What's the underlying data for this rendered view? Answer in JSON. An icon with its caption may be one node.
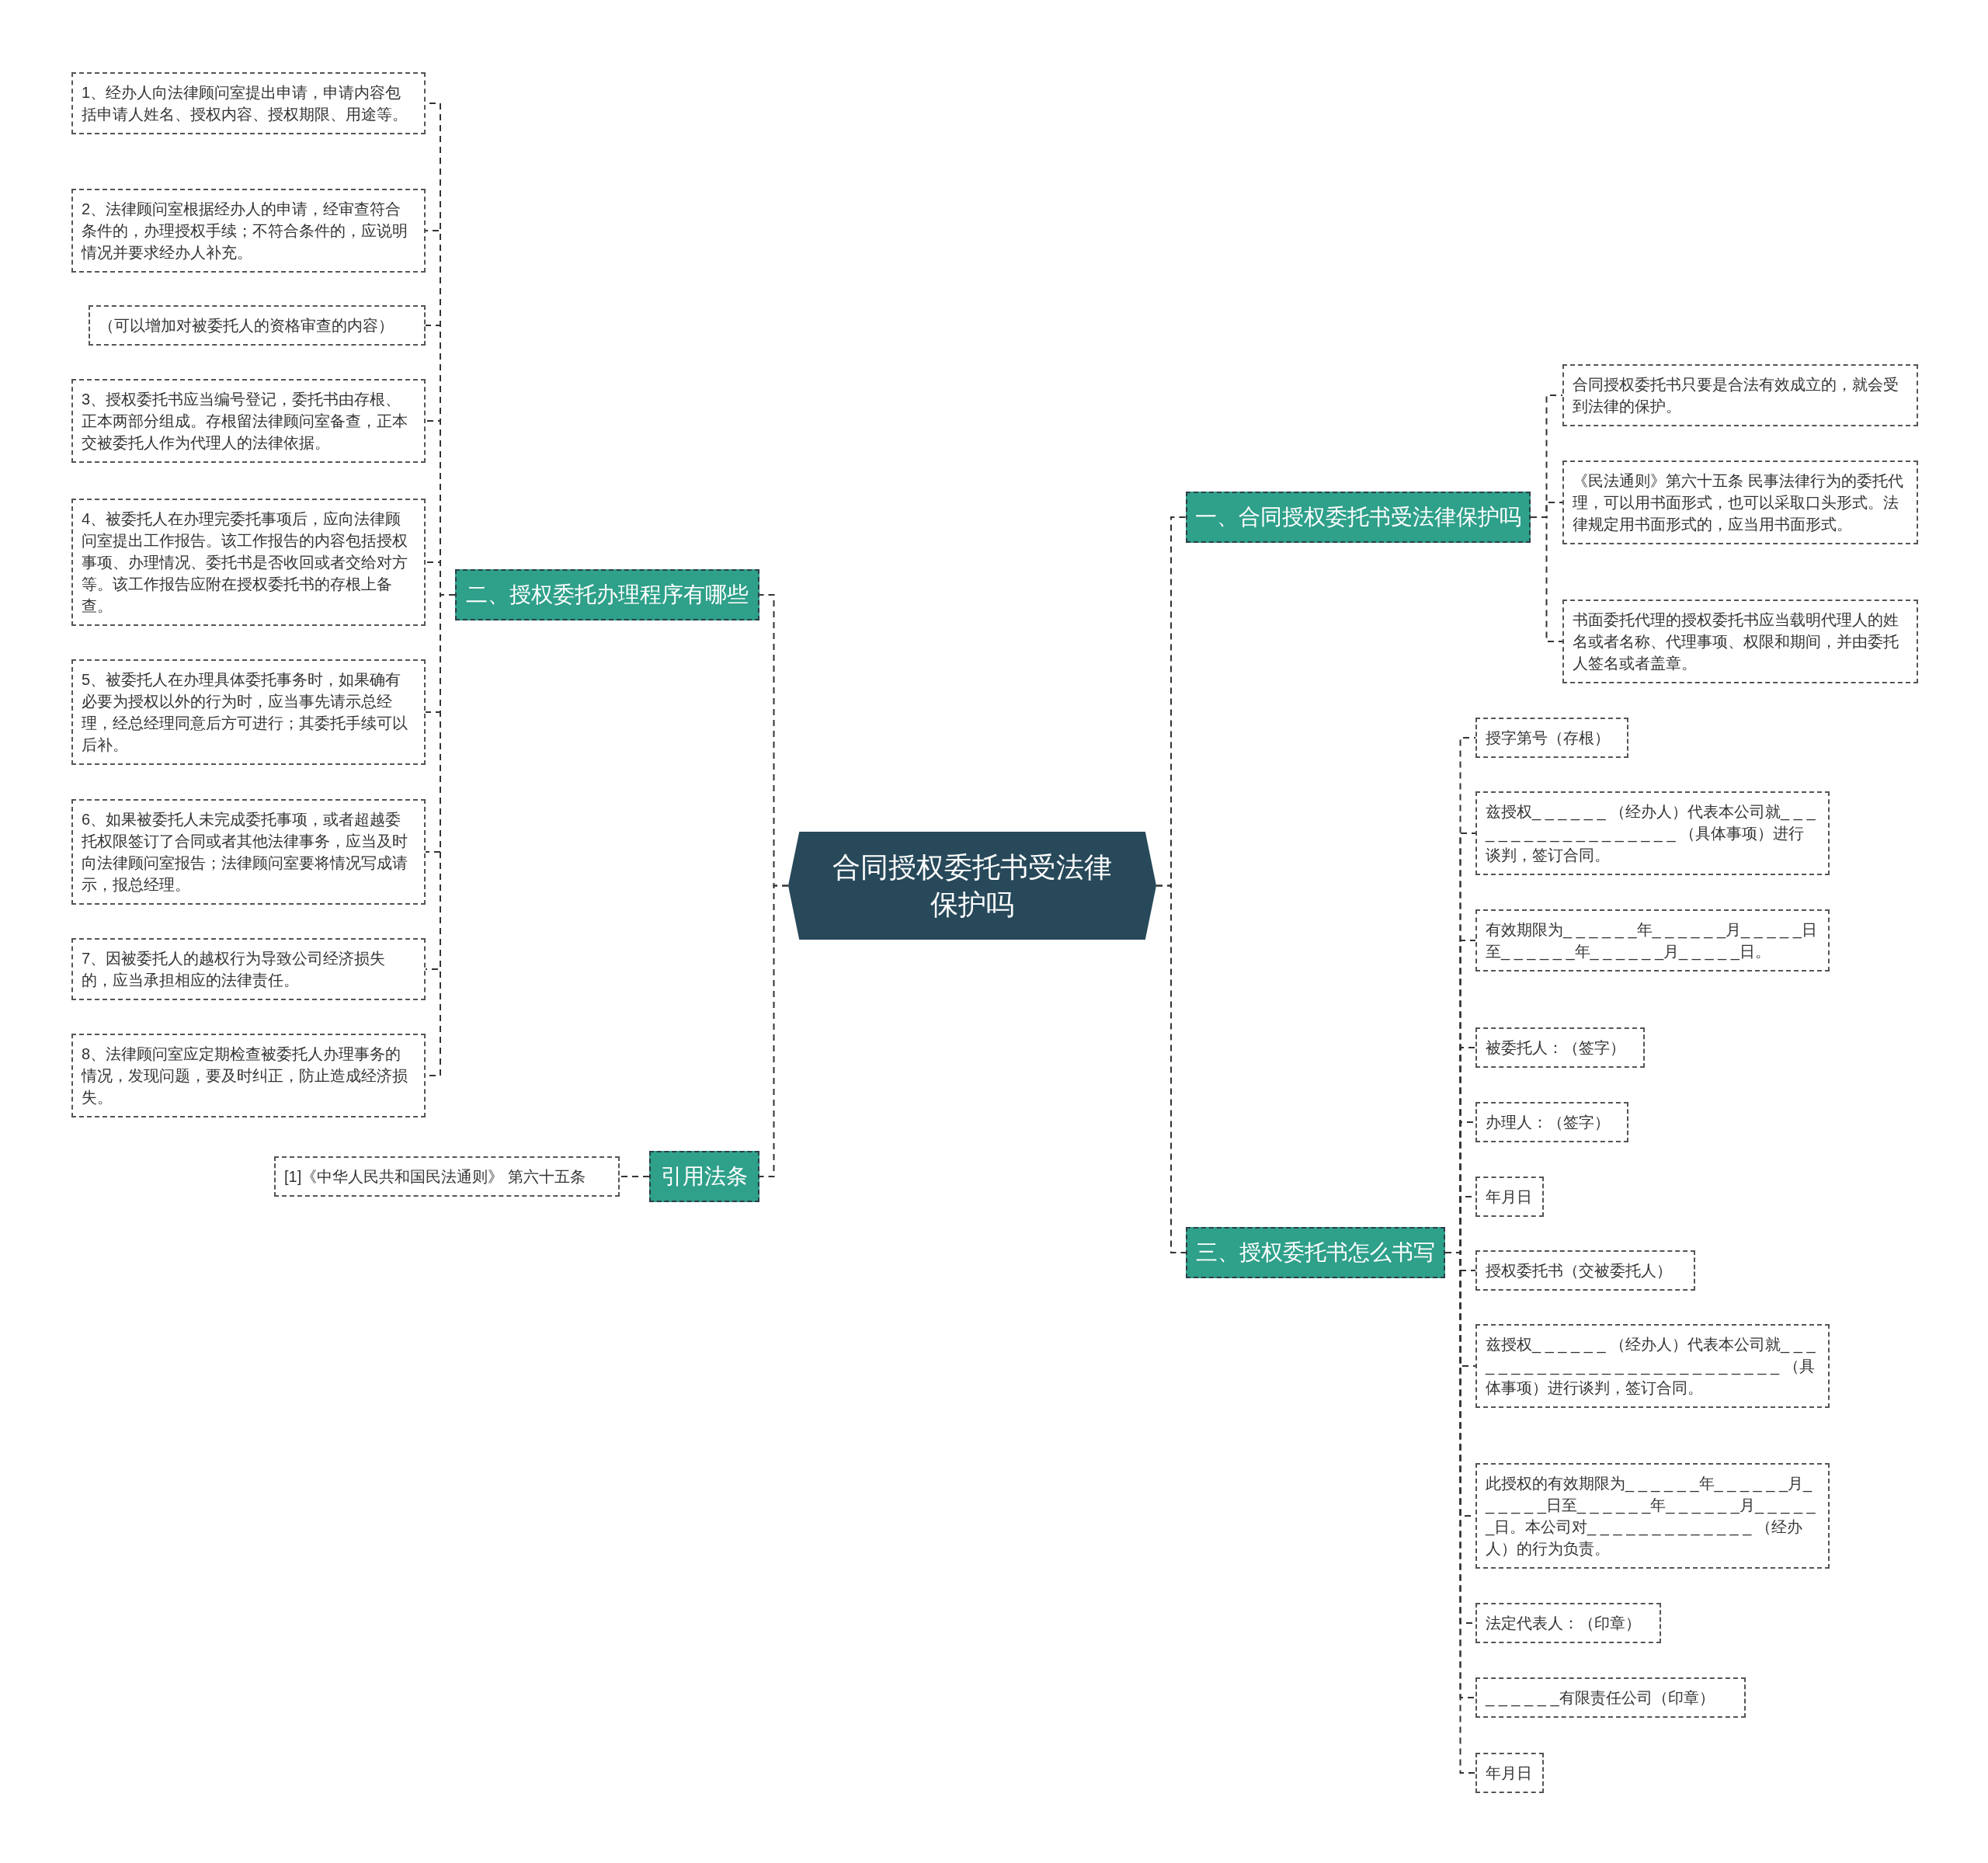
{
  "diagram": {
    "nodes": [
      {
        "text": [
          "合同授权委托书受法律保护吗"
        ]
      },
      {
        "text": [
          "一、合同授权委托书受法律保护吗"
        ]
      },
      {
        "text": [
          "合同授权委托书只要是合法有效成立的，就会受到法律的保护。"
        ]
      },
      {
        "text": [
          "《民法通则》第六十五条 民事法律行为的委托代理，可以用书面形式，也可以采取口头形式。法律规定用书面形式的，应当用书面形式。"
        ]
      },
      {
        "text": [
          "书面委托代理的授权委托书应当载明代理人的姓名或者名称、代理事项、权限和期间，并由委托人签名或者盖章。"
        ]
      },
      {
        "text": [
          "三、授权委托书怎么书写"
        ]
      },
      {
        "text": [
          "授字第号（存根）"
        ]
      },
      {
        "text": [
          "兹授权_ _ _ _ _ _ （经办人）代表本公司就_ _ _ _ _ _ _ _ _ _ _ _ _ _ _ _ _ _ （具体事项）进行谈判，签订合同。"
        ]
      },
      {
        "text": [
          "有效期限为_ _ _ _ _ _年_ _ _ _ _ _月_ _ _ _ _日至_ _ _ _ _ _年_ _ _ _ _ _月_ _ _ _ _日。"
        ]
      },
      {
        "text": [
          "被委托人：（签字）"
        ]
      },
      {
        "text": [
          "办理人：（签字）"
        ]
      },
      {
        "text": [
          "年月日"
        ]
      },
      {
        "text": [
          "授权委托书（交被委托人）"
        ]
      },
      {
        "text": [
          "兹授权_ _ _ _ _ _ （经办人）代表本公司就_ _ _ _ _ _ _ _ _ _ _ _ _ _ _ _ _ _ _ _ _ _ _ _ _ _ （具体事项）进行谈判，签订合同。"
        ]
      },
      {
        "text": [
          "此授权的有效期限为_ _ _ _ _ _年_ _ _ _ _ _月_ _ _ _ _ _日至_ _ _ _ _ _年_ _ _ _ _ _月_ _ _ _ _ _日。本公司对_ _ _ _ _ _ _ _ _ _ _ _ _ （经办人）的行为负责。"
        ]
      },
      {
        "text": [
          "法定代表人：（印章）"
        ]
      },
      {
        "text": [
          "_ _ _ _ _ _有限责任公司（印章）"
        ]
      },
      {
        "text": [
          "年月日"
        ]
      },
      {
        "text": [
          "二、授权委托办理程序有哪些"
        ]
      },
      {
        "text": [
          "1、经办人向法律顾问室提出申请，申请内容包括申请人姓名、授权内容、授权期限、用途等。"
        ]
      },
      {
        "text": [
          "2、法律顾问室根据经办人的申请，经审查符合条件的，办理授权手续；不符合条件的，应说明情况并要求经办人补充。"
        ]
      },
      {
        "text": [
          "（可以增加对被委托人的资格审查的内容）"
        ]
      },
      {
        "text": [
          "3、授权委托书应当编号登记，委托书由存根、正本两部分组成。存根留法律顾问室备查，正本交被委托人作为代理人的法律依据。"
        ]
      },
      {
        "text": [
          "4、被委托人在办理完委托事项后，应向法律顾问室提出工作报告。该工作报告的内容包括授权事项、办理情况、委托书是否收回或者交给对方等。该工作报告应附在授权委托书的存根上备查。"
        ]
      },
      {
        "text": [
          "5、被委托人在办理具体委托事务时，如果确有必要为授权以外的行为时，应当事先请示总经理，经总经理同意后方可进行；其委托手续可以后补。"
        ]
      },
      {
        "text": [
          "6、如果被委托人未完成委托事项，或者超越委托权限签订了合同或者其他法律事务，应当及时向法律顾问室报告；法律顾问室要将情况写成请示，报总经理。"
        ]
      },
      {
        "text": [
          "7、因被委托人的越权行为导致公司经济损失的，应当承担相应的法律责任。"
        ]
      },
      {
        "text": [
          "8、法律顾问室应定期检查被委托人办理事务的情况，发现问题，要及时纠正，防止造成经济损失。"
        ]
      },
      {
        "text": [
          "引用法条"
        ]
      },
      {
        "text": [
          "[1]《中华人民共和国民法通则》 第六十五条"
        ]
      }
    ],
    "edges": [
      {
        "from": 0,
        "to": 1,
        "arrow": "none"
      },
      {
        "from": 1,
        "to": 2,
        "arrow": "none"
      },
      {
        "from": 1,
        "to": 3,
        "arrow": "none"
      },
      {
        "from": 1,
        "to": 4,
        "arrow": "none"
      },
      {
        "from": 0,
        "to": 5,
        "arrow": "none"
      },
      {
        "from": 5,
        "to": 6,
        "arrow": "none"
      },
      {
        "from": 5,
        "to": 7,
        "arrow": "none"
      },
      {
        "from": 5,
        "to": 8,
        "arrow": "none"
      },
      {
        "from": 5,
        "to": 9,
        "arrow": "none"
      },
      {
        "from": 5,
        "to": 10,
        "arrow": "none"
      },
      {
        "from": 5,
        "to": 11,
        "arrow": "none"
      },
      {
        "from": 5,
        "to": 12,
        "arrow": "none"
      },
      {
        "from": 5,
        "to": 13,
        "arrow": "none"
      },
      {
        "from": 5,
        "to": 14,
        "arrow": "none"
      },
      {
        "from": 5,
        "to": 15,
        "arrow": "none"
      },
      {
        "from": 5,
        "to": 16,
        "arrow": "none"
      },
      {
        "from": 5,
        "to": 17,
        "arrow": "none"
      },
      {
        "from": 0,
        "to": 18,
        "arrow": "none"
      },
      {
        "from": 18,
        "to": 19,
        "arrow": "none"
      },
      {
        "from": 18,
        "to": 20,
        "arrow": "none"
      },
      {
        "from": 18,
        "to": 21,
        "arrow": "none"
      },
      {
        "from": 18,
        "to": 22,
        "arrow": "none"
      },
      {
        "from": 18,
        "to": 23,
        "arrow": "none"
      },
      {
        "from": 18,
        "to": 24,
        "arrow": "none"
      },
      {
        "from": 18,
        "to": 25,
        "arrow": "none"
      },
      {
        "from": 18,
        "to": 26,
        "arrow": "none"
      },
      {
        "from": 18,
        "to": 27,
        "arrow": "none"
      },
      {
        "from": 0,
        "to": 28,
        "arrow": "none"
      },
      {
        "from": 28,
        "to": 29,
        "arrow": "none"
      }
    ]
  }
}
